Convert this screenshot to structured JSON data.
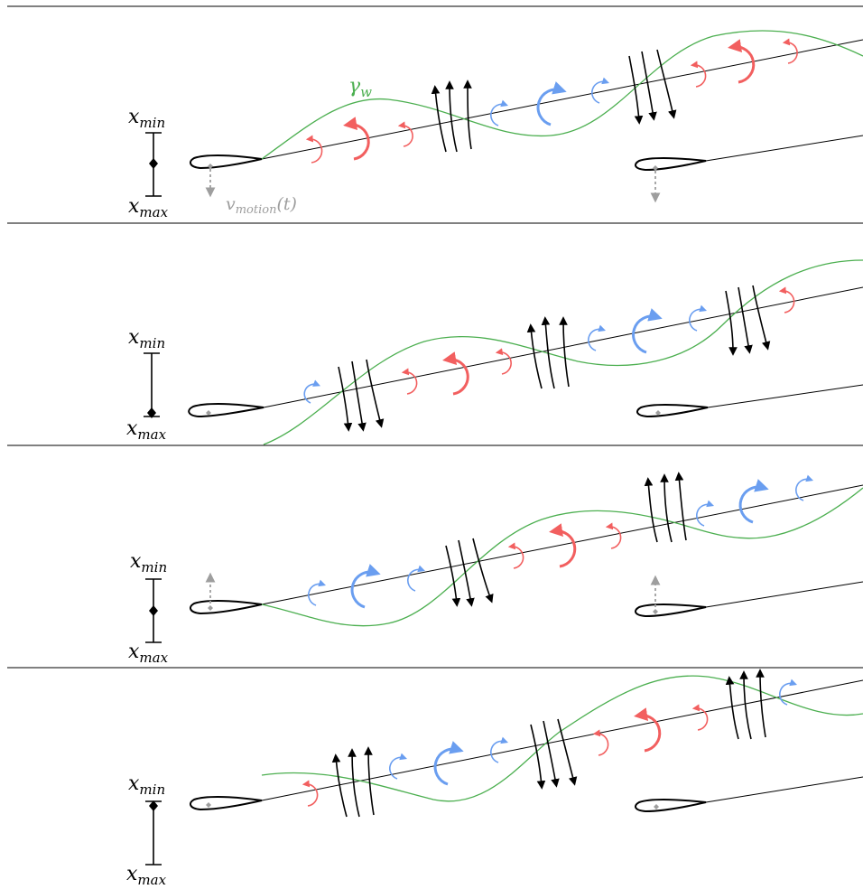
{
  "labels": {
    "x_min": "x",
    "x_min_sub": "min",
    "x_max": "x",
    "x_max_sub": "max",
    "gamma": "γ",
    "gamma_sub": "w",
    "velocity": "v",
    "velocity_sub": "motion",
    "velocity_arg": "(t)"
  },
  "colors": {
    "wake_line": "#000000",
    "gamma_curve": "#4caf50",
    "vortex_positive": "#f25f5f",
    "vortex_negative": "#6a9ef0",
    "induced_velocity": "#000000",
    "motion_arrow": "#9e9e9e",
    "divider": "#000000"
  },
  "panels": [
    {
      "name": "phase-1",
      "motion_arrow": "down",
      "marker_position": 0.5
    },
    {
      "name": "phase-2",
      "motion_arrow": "none",
      "marker_position": 1.0
    },
    {
      "name": "phase-3",
      "motion_arrow": "up",
      "marker_position": 0.5
    },
    {
      "name": "phase-4",
      "motion_arrow": "none",
      "marker_position": 0.0
    }
  ]
}
